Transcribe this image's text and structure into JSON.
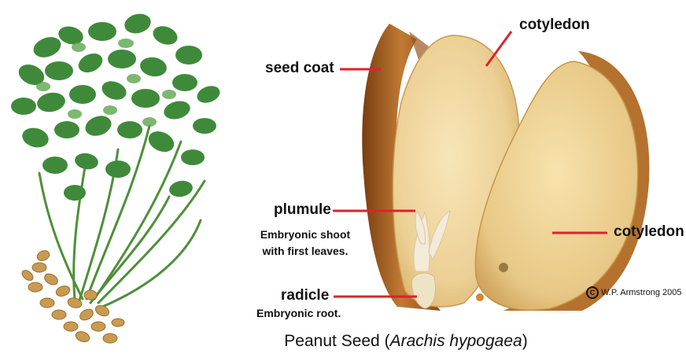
{
  "labels": {
    "seed_coat": "seed coat",
    "cotyledon_top": "cotyledon",
    "cotyledon_right": "cotyledon",
    "plumule": "plumule",
    "plumule_desc": "Embryonic shoot with first leaves.",
    "radicle": "radicle",
    "radicle_desc": "Embryonic root."
  },
  "credit": {
    "symbol": "C",
    "text": "W.P. Armstrong 2005"
  },
  "caption": {
    "prefix": "Peanut Seed (",
    "italic": "Arachis hypogaea",
    "suffix": ")"
  },
  "colors": {
    "leader_line": "#e0202a",
    "leaf": "#3f8a3a",
    "cotyledon": "#f0d49a",
    "seed_coat": "#b86a28"
  }
}
